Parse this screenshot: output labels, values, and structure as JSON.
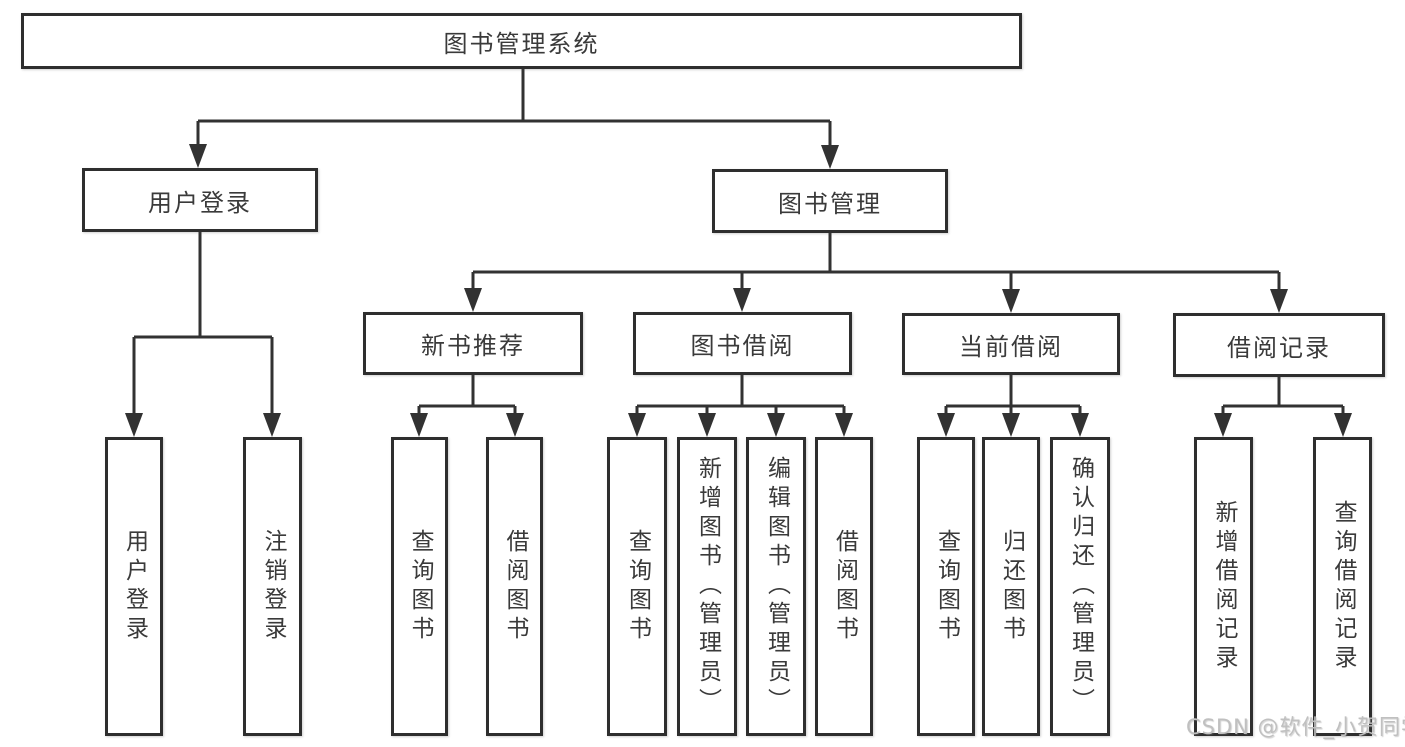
{
  "title": {
    "label": "图书管理系统"
  },
  "branches": {
    "user_login": {
      "label": "用户登录",
      "children": [
        {
          "label": "用户登录"
        },
        {
          "label": "注销登录"
        }
      ]
    },
    "book_mgmt": {
      "label": "图书管理",
      "sections": {
        "new_book": {
          "label": "新书推荐",
          "children": [
            {
              "label": "查询图书"
            },
            {
              "label": "借阅图书"
            }
          ]
        },
        "book_borrow": {
          "label": "图书借阅",
          "children": [
            {
              "label": "查询图书"
            },
            {
              "label": "新增图书（管理员）"
            },
            {
              "label": "编辑图书（管理员）"
            },
            {
              "label": "借阅图书"
            }
          ]
        },
        "current_borrow": {
          "label": "当前借阅",
          "children": [
            {
              "label": "查询图书"
            },
            {
              "label": "归还图书"
            },
            {
              "label": "确认归还（管理员）"
            }
          ]
        },
        "borrow_records": {
          "label": "借阅记录",
          "children": [
            {
              "label": "新增借阅记录"
            },
            {
              "label": "查询借阅记录"
            }
          ]
        }
      }
    }
  },
  "watermark": {
    "text": "CSDN @软件_小贺同学"
  },
  "colors": {
    "line": "#323232",
    "box_border": "#2e2e2e",
    "text": "#3a3a3a",
    "watermark": "#c0c0c0",
    "background": "#ffffff"
  }
}
